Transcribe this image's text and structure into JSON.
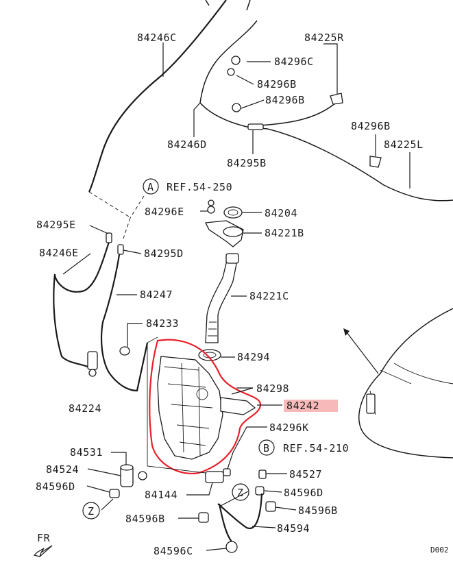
{
  "labels": {
    "l84246C": "84246C",
    "l84225R": "84225R",
    "l84296C": "84296C",
    "l84296B_1": "84296B",
    "l84296B_2": "84296B",
    "l84296B_3": "84296B",
    "l84225L": "84225L",
    "l84246D": "84246D",
    "l84295B": "84295B",
    "l84296E": "84296E",
    "l84204": "84204",
    "l84221B": "84221B",
    "l84295E": "84295E",
    "l84246E": "84246E",
    "l84295D": "84295D",
    "l84221C": "84221C",
    "l84247": "84247",
    "l84233": "84233",
    "l84294": "84294",
    "l84298": "84298",
    "l84242": "84242",
    "l84224": "84224",
    "l84296K": "84296K",
    "l84531": "84531",
    "l84524": "84524",
    "l84596D_1": "84596D",
    "l84527": "84527",
    "l84596D_2": "84596D",
    "l84144": "84144",
    "l84596B_1": "84596B",
    "l84596B_2": "84596B",
    "l84594": "84594",
    "l84596C": "84596C"
  },
  "references": {
    "refA_letter": "A",
    "refA_text": "REF.54-250",
    "refB_letter": "B",
    "refB_text": "REF.54-210"
  },
  "callouts": {
    "z1": "Z",
    "z2": "Z"
  },
  "orientation": {
    "fr_text": "FR"
  },
  "diagram_code": "D002",
  "colors": {
    "highlight_outline": "#e8202a",
    "highlight_fill": "#f7b9b9",
    "ink": "#1a1a1a"
  }
}
